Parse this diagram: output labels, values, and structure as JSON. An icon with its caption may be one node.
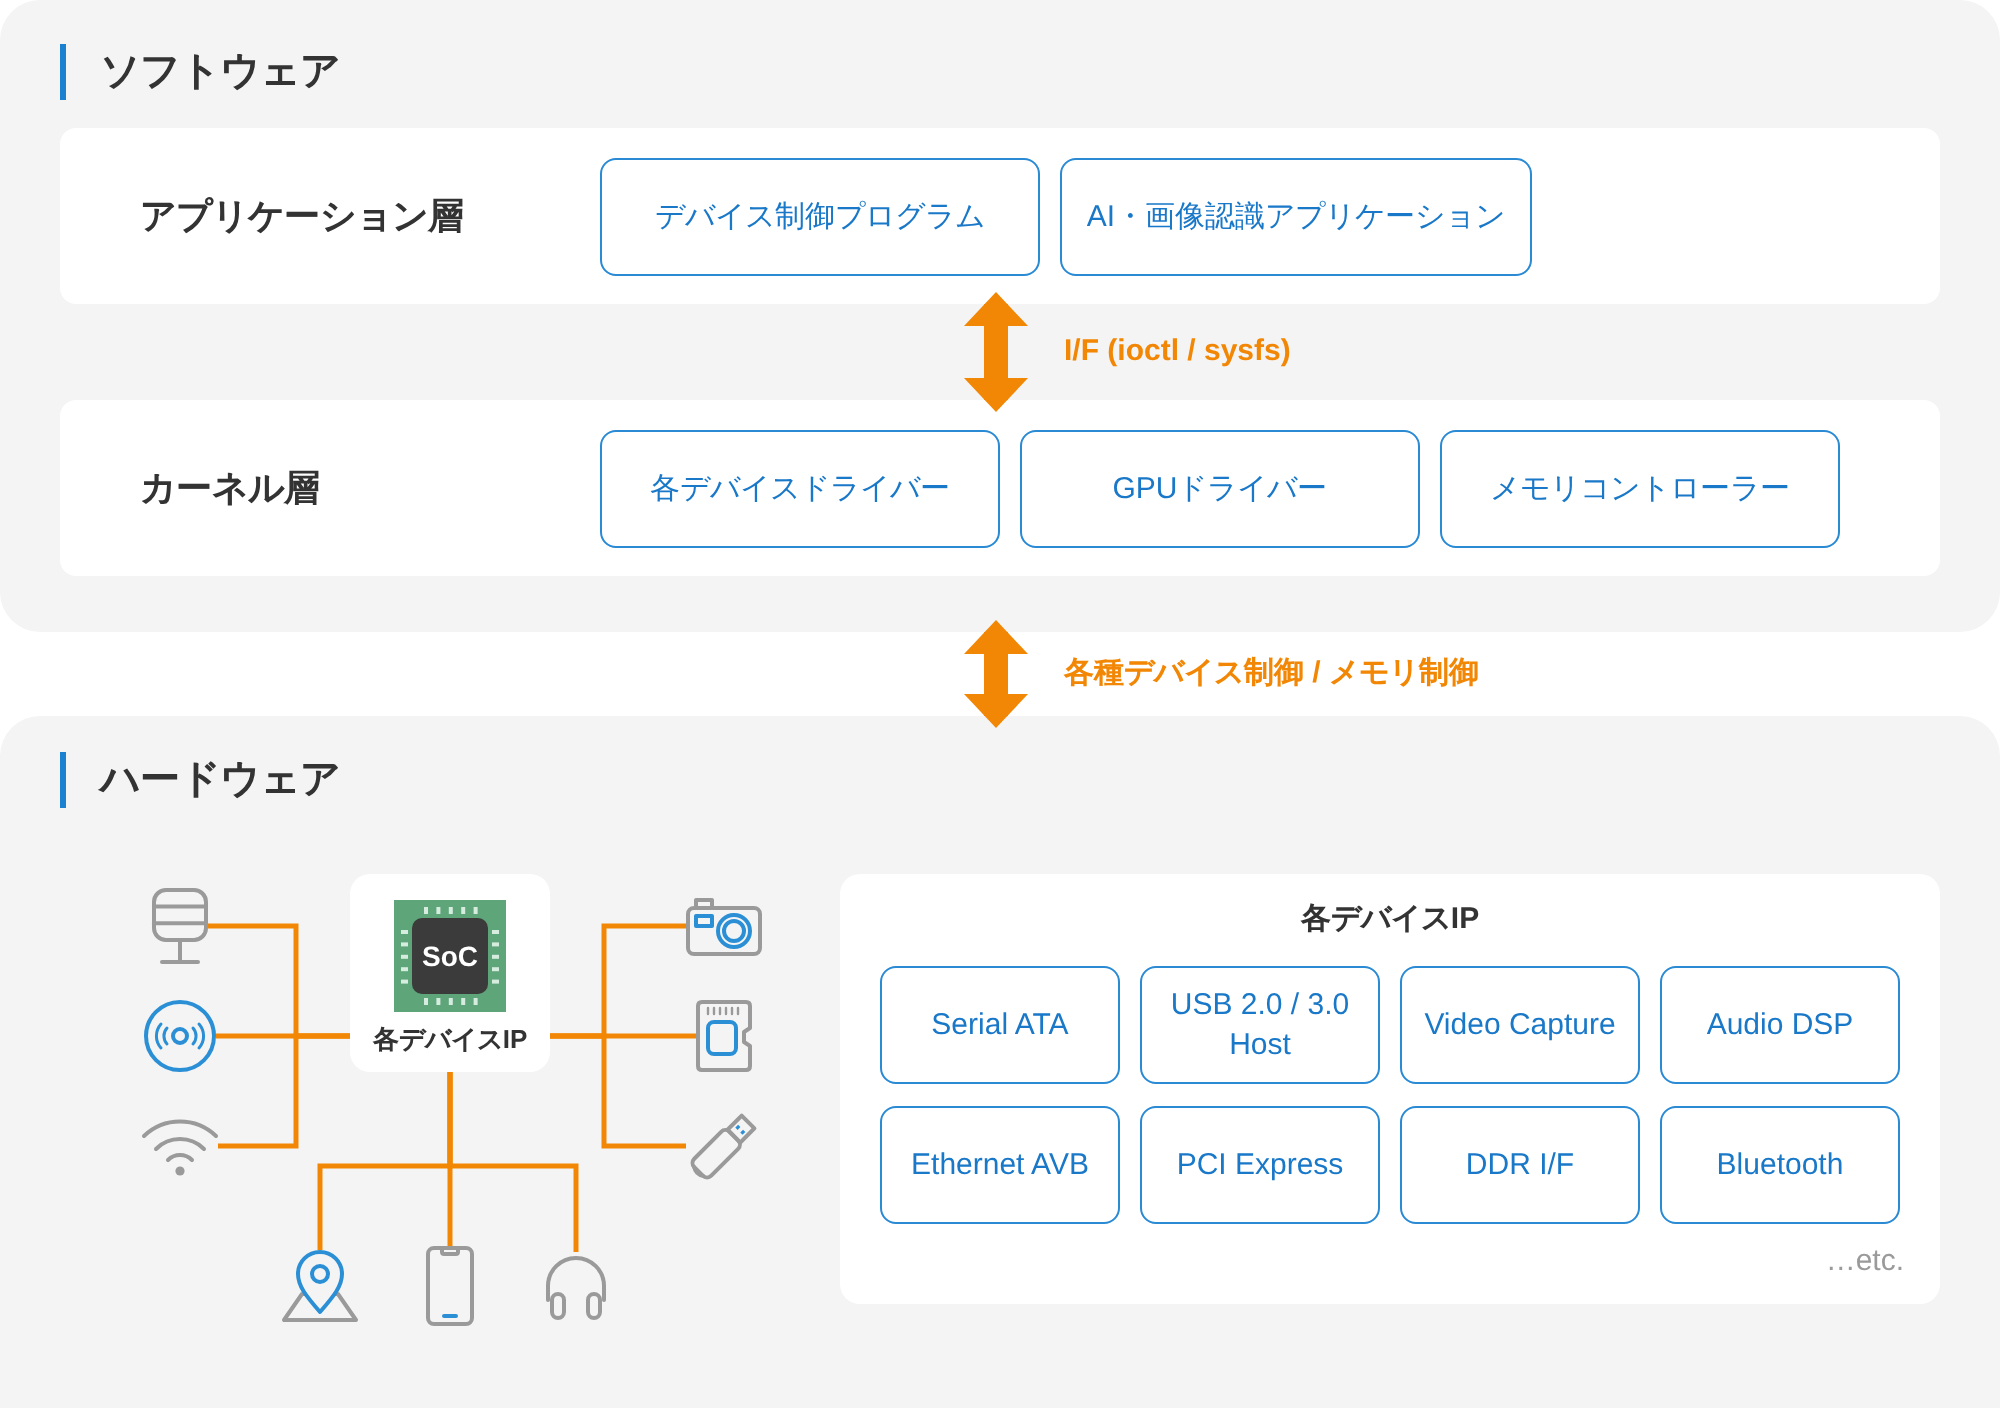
{
  "diagram": {
    "nodes": [
      {
        "text": [
          "ソフトウェア"
        ]
      },
      {
        "text": [
          "アプリケーション層"
        ],
        "in": 0
      },
      {
        "text": [
          "デバイス制御プログラム"
        ],
        "in": 1
      },
      {
        "text": [
          "AI・画像認識アプリケーション"
        ],
        "in": 1
      },
      {
        "text": [
          "カーネル層"
        ],
        "in": 0
      },
      {
        "text": [
          "各デバイスドライバー"
        ],
        "in": 4
      },
      {
        "text": [
          "GPUドライバー"
        ],
        "in": 4
      },
      {
        "text": [
          "メモリコントローラー"
        ],
        "in": 4
      },
      {
        "text": [
          "ハードウェア"
        ]
      },
      {
        "text": [
          "SoC",
          "各デバイスIP"
        ],
        "in": 8
      },
      {
        "text": [],
        "shape": "picture",
        "in": 8
      },
      {
        "text": [],
        "shape": "picture",
        "in": 8
      },
      {
        "text": [],
        "shape": "picture",
        "in": 8
      },
      {
        "text": [],
        "shape": "picture",
        "in": 8
      },
      {
        "text": [],
        "shape": "picture",
        "in": 8
      },
      {
        "text": [],
        "shape": "picture",
        "in": 8
      },
      {
        "text": [],
        "shape": "picture",
        "in": 8
      },
      {
        "text": [],
        "shape": "picture",
        "in": 8
      },
      {
        "text": [],
        "shape": "picture",
        "in": 8
      },
      {
        "text": [
          "各デバイスIP",
          "…etc."
        ],
        "in": 8
      },
      {
        "text": [
          "Serial ATA"
        ],
        "in": 19
      },
      {
        "text": [
          "USB 2.0 / 3.0 Host"
        ],
        "in": 19
      },
      {
        "text": [
          "Video Capture"
        ],
        "in": 19
      },
      {
        "text": [
          "Audio DSP"
        ],
        "in": 19
      },
      {
        "text": [
          "Ethernet AVB"
        ],
        "in": 19
      },
      {
        "text": [
          "PCI Express"
        ],
        "in": 19
      },
      {
        "text": [
          "DDR I/F"
        ],
        "in": 19
      },
      {
        "text": [
          "Bluetooth"
        ],
        "in": 19
      }
    ],
    "edges": [
      {
        "from": 1,
        "to": 4,
        "arrow": "both",
        "label": "I/F (ioctl / sysfs)",
        "style": "thick"
      },
      {
        "from": 0,
        "to": 8,
        "arrow": "both",
        "label": "各種デバイス制御 / メモリ制御",
        "style": "thick"
      },
      {
        "from": 9,
        "to": 10,
        "arrow": "none"
      },
      {
        "from": 9,
        "to": 11,
        "arrow": "none"
      },
      {
        "from": 9,
        "to": 12,
        "arrow": "none"
      },
      {
        "from": 9,
        "to": 13,
        "arrow": "none"
      },
      {
        "from": 9,
        "to": 14,
        "arrow": "none"
      },
      {
        "from": 9,
        "to": 15,
        "arrow": "none"
      },
      {
        "from": 9,
        "to": 16,
        "arrow": "none"
      },
      {
        "from": 9,
        "to": 17,
        "arrow": "none"
      },
      {
        "from": 9,
        "to": 18,
        "arrow": "none"
      }
    ]
  }
}
